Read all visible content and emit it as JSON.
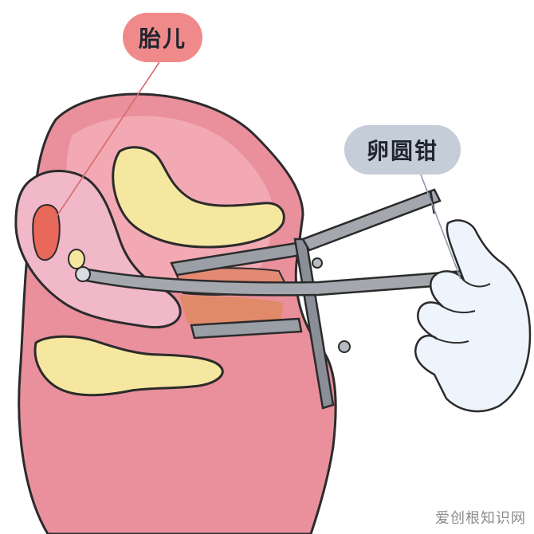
{
  "labels": {
    "fetus": "胎儿",
    "forceps": "卵圆钳"
  },
  "watermark": "爱创根知识网",
  "colors": {
    "body_pink": "#e9909c",
    "uterus_pink": "#f0b8c8",
    "fetus_red": "#e8685a",
    "fat_yellow": "#f6e7a0",
    "glove": "#eef4fb",
    "instrument": "#8a8e96",
    "outline": "#2b2b2b",
    "fetus_bubble": "#f08a8a",
    "forceps_bubble": "#c5cdd8"
  }
}
